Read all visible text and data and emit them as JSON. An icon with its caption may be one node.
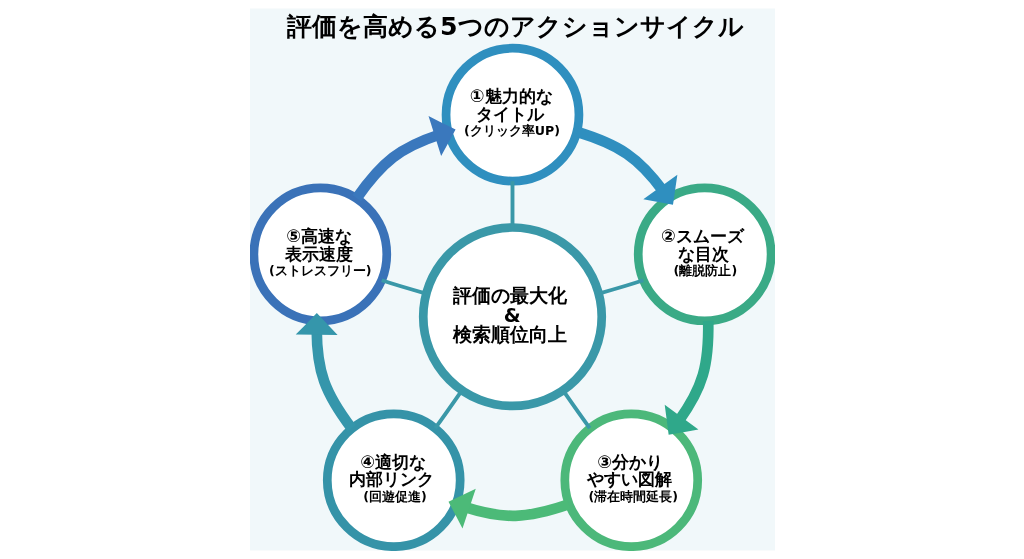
{
  "diagram": {
    "title": "評価を高める5つのアクションサイクル",
    "nodes": [
      {
        "text": [
          "①魅力的なタイトル",
          "(クリック率UP)"
        ]
      },
      {
        "text": [
          "②スムーズな目次",
          "(離脱防止)"
        ]
      },
      {
        "text": [
          "③分かりやすい図解",
          "(滞在時間延長)"
        ]
      },
      {
        "text": [
          "④適切な内部リンク",
          "(回遊促進)"
        ]
      },
      {
        "text": [
          "⑤高速な表示速度",
          "(ストレスフリー)"
        ]
      },
      {
        "text": [
          "評価の最大化&検索順位向上"
        ]
      }
    ],
    "edges": [
      {
        "from": 0,
        "to": 1,
        "arrow": "to",
        "style": "thick",
        "color": "#2f8fbf"
      },
      {
        "from": 1,
        "to": 2,
        "arrow": "to",
        "style": "thick",
        "color": "#2fa88a"
      },
      {
        "from": 2,
        "to": 3,
        "arrow": "to",
        "style": "thick",
        "color": "#4cba78"
      },
      {
        "from": 3,
        "to": 4,
        "arrow": "to",
        "style": "thick",
        "color": "#3596ab"
      },
      {
        "from": 4,
        "to": 0,
        "arrow": "to",
        "style": "thick",
        "color": "#3a78bd"
      },
      {
        "from": 5,
        "to": 0,
        "arrow": "none"
      },
      {
        "from": 5,
        "to": 1,
        "arrow": "none"
      },
      {
        "from": 5,
        "to": 2,
        "arrow": "none"
      },
      {
        "from": 5,
        "to": 3,
        "arrow": "none"
      },
      {
        "from": 5,
        "to": 4,
        "arrow": "none"
      }
    ]
  }
}
